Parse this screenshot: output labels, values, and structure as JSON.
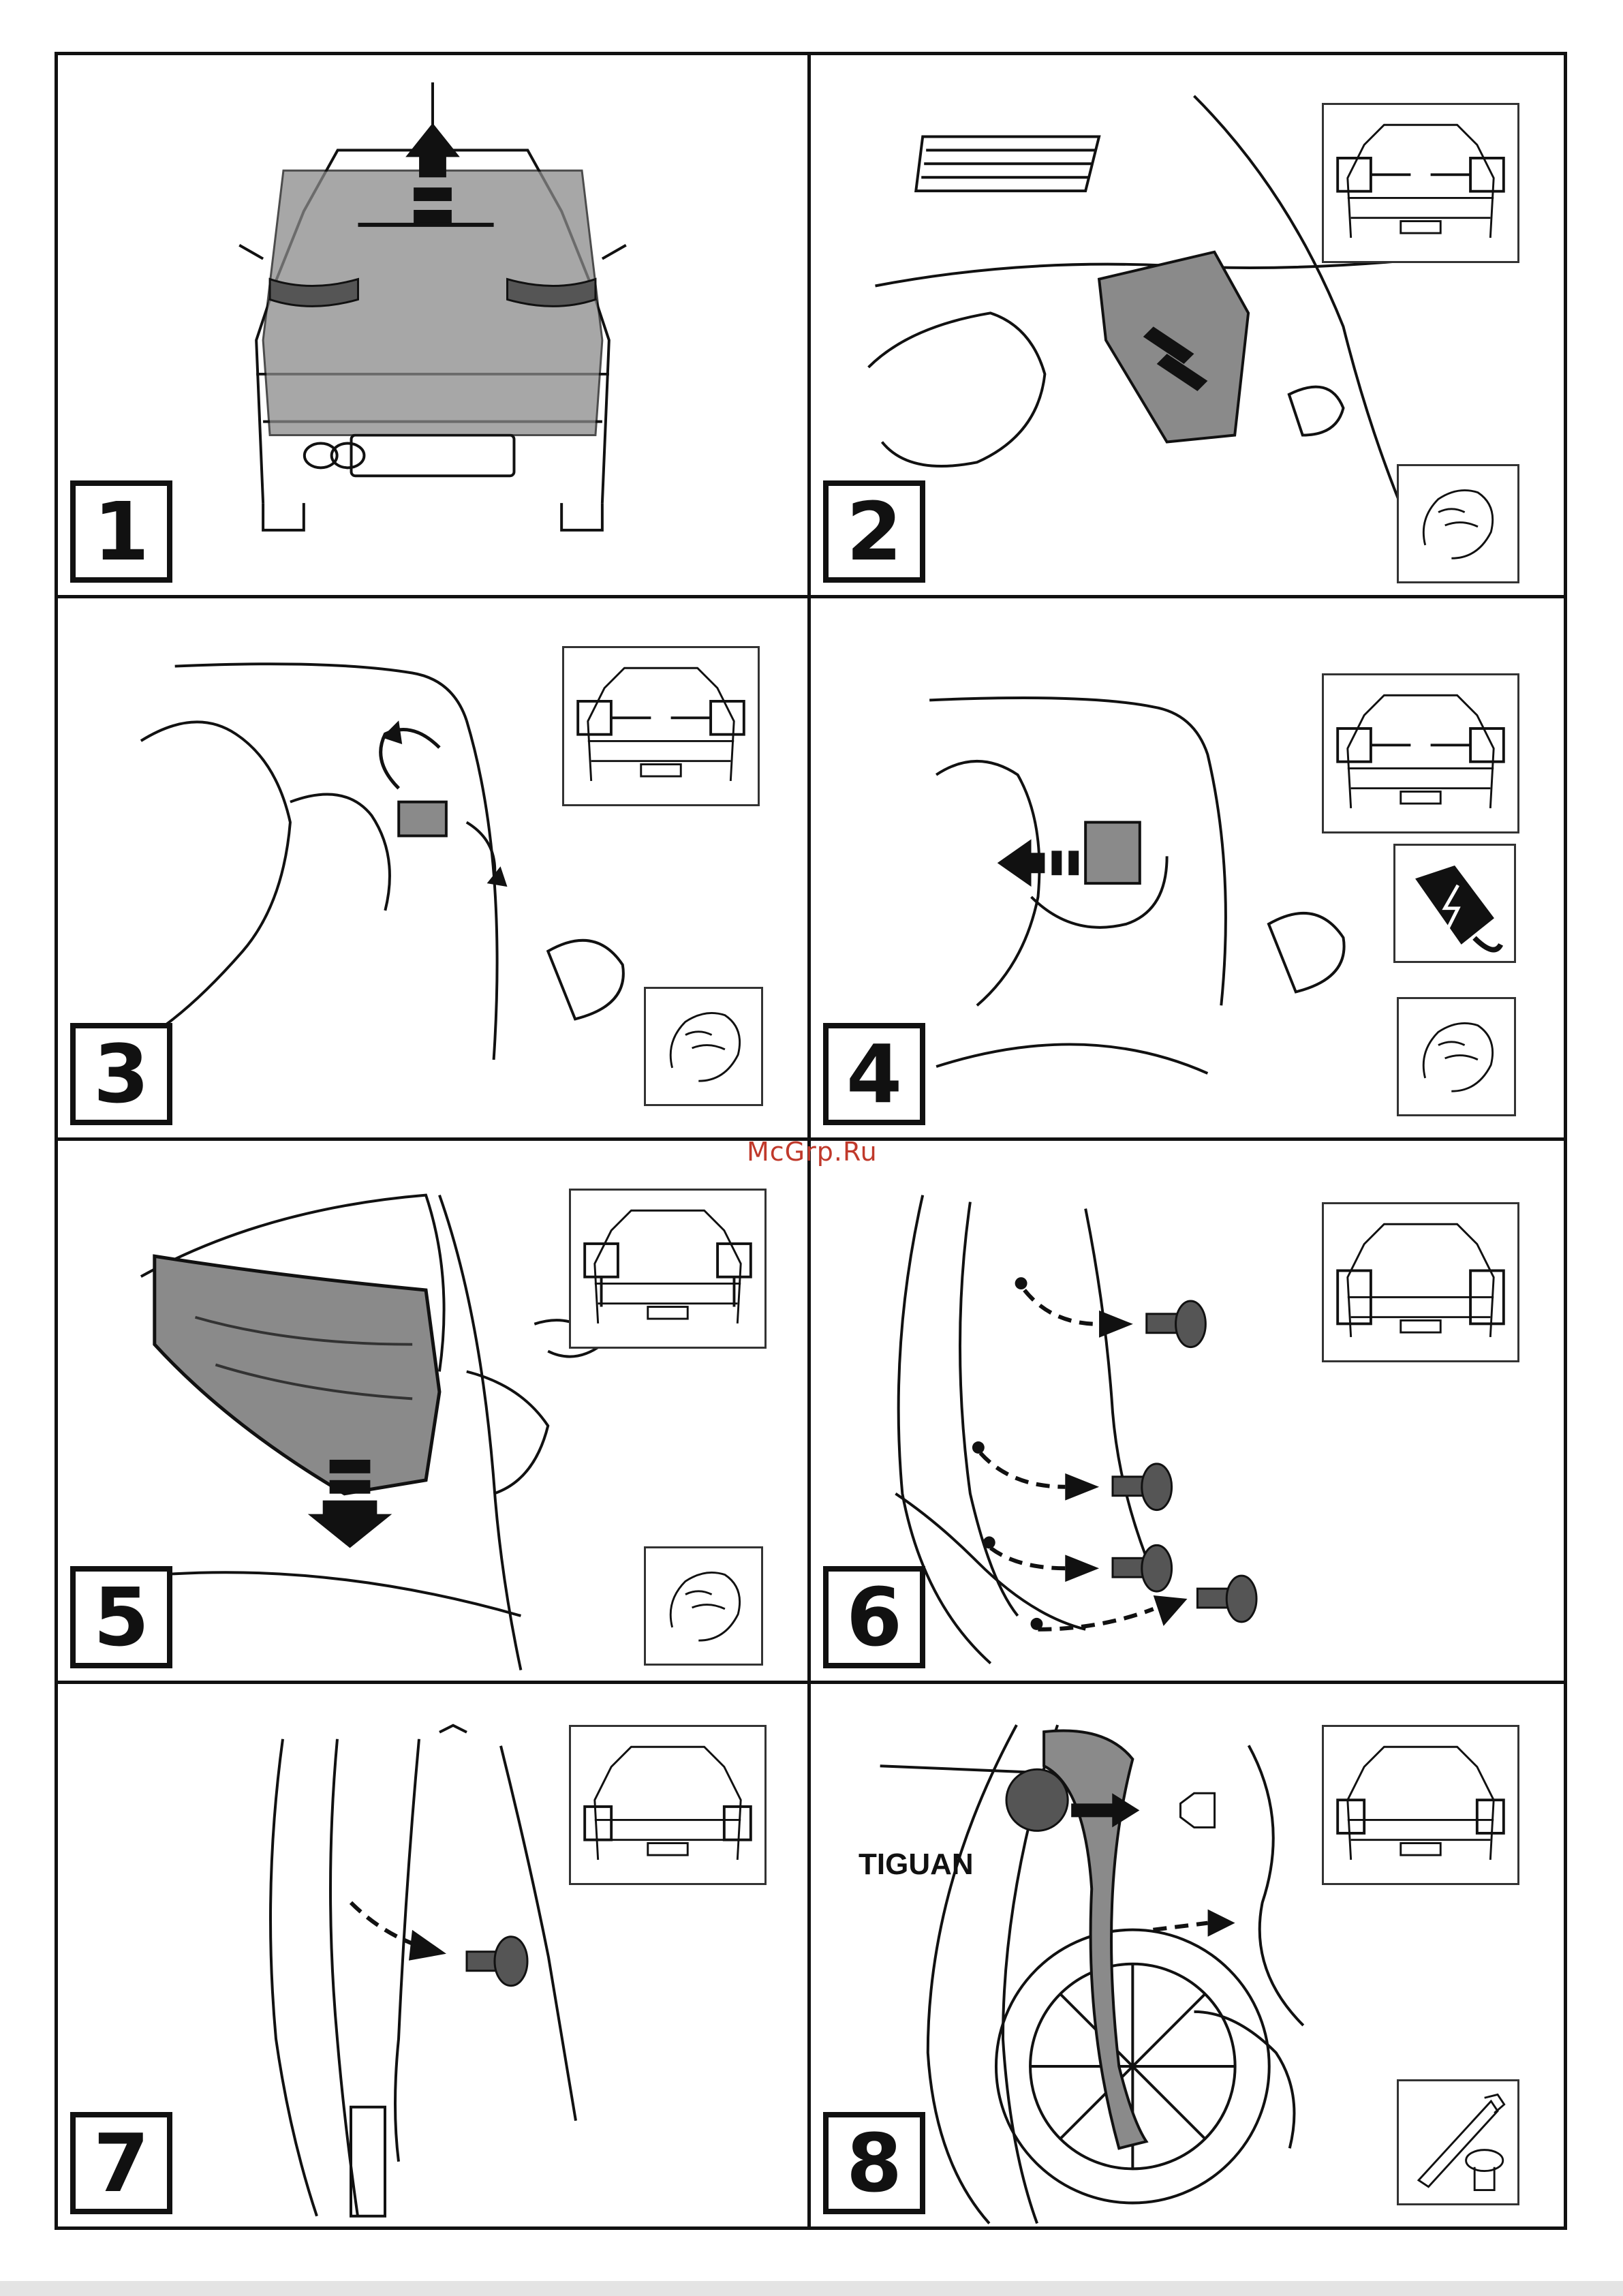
{
  "watermark": "McGrp.Ru",
  "panels": [
    {
      "number": "1"
    },
    {
      "number": "2"
    },
    {
      "number": "3"
    },
    {
      "number": "4"
    },
    {
      "number": "5"
    },
    {
      "number": "6"
    },
    {
      "number": "7"
    },
    {
      "number": "8",
      "label": "TIGUAN"
    }
  ],
  "icons": {
    "car_rear": "car-rear-icon",
    "hand": "hand-icon",
    "electric_plug": "electric-plug-icon",
    "trim_tool": "trim-tool-icon"
  },
  "colors": {
    "line": "#111111",
    "shade": "#8a8a8a",
    "watermark": "#c0392b"
  }
}
